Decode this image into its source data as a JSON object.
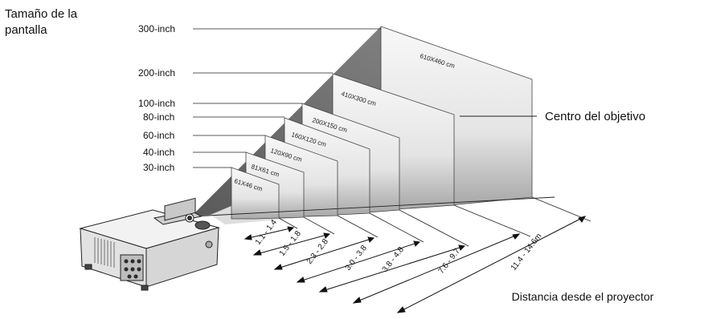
{
  "title": {
    "line1": "Tamaño de la",
    "line2": "pantalla"
  },
  "lens_center_label": "Centro del objetivo",
  "distance_label": "Distancia desde el proyector",
  "screens": [
    {
      "inch": "30-inch",
      "size": "61X46 cm",
      "distance": "1.1 - 1.4"
    },
    {
      "inch": "40-inch",
      "size": "81X61 cm",
      "distance": "1.5 - 1.8"
    },
    {
      "inch": "60-inch",
      "size": "120X90 cm",
      "distance": "2.3 - 2.8"
    },
    {
      "inch": "80-inch",
      "size": "160X120 cm",
      "distance": "3.0 - 3.8"
    },
    {
      "inch": "100-inch",
      "size": "200X150 cm",
      "distance": "3.8 - 4.8"
    },
    {
      "inch": "200-inch",
      "size": "410X300 cm",
      "distance": "7.6 - 9.7"
    },
    {
      "inch": "300-inch",
      "size": "610X460 cm",
      "distance": "11.4 - 14.6m"
    }
  ],
  "colors": {
    "beam_dark": "#5c5c5c",
    "beam_light": "#cfcfcf",
    "screen_face": "#ececec",
    "projector_body": "#e8e8e8"
  },
  "icons": {
    "projector": "projector-icon"
  }
}
